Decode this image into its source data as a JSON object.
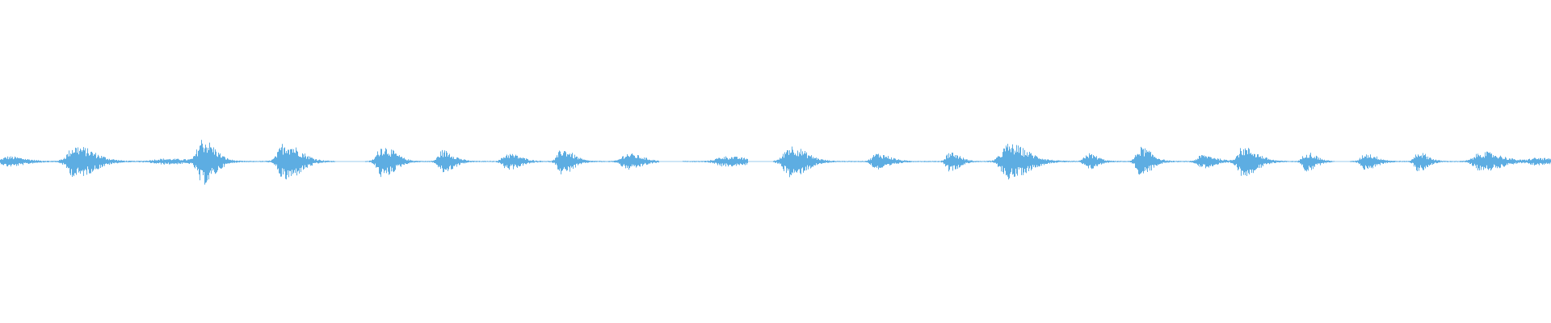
{
  "waveform": {
    "color": "#5dade2",
    "background": "#ffffff",
    "duration_fraction_marks": "bursts",
    "bursts": [
      {
        "t": 0.005,
        "amp": 0.03,
        "width": 0.01
      },
      {
        "t": 0.048,
        "amp": 0.1,
        "width": 0.012
      },
      {
        "t": 0.105,
        "amp": 0.015,
        "width": 0.018
      },
      {
        "t": 0.13,
        "amp": 0.14,
        "width": 0.008
      },
      {
        "t": 0.183,
        "amp": 0.12,
        "width": 0.01
      },
      {
        "t": 0.246,
        "amp": 0.1,
        "width": 0.008
      },
      {
        "t": 0.285,
        "amp": 0.07,
        "width": 0.007
      },
      {
        "t": 0.327,
        "amp": 0.05,
        "width": 0.008
      },
      {
        "t": 0.362,
        "amp": 0.08,
        "width": 0.007
      },
      {
        "t": 0.404,
        "amp": 0.05,
        "width": 0.009
      },
      {
        "t": 0.467,
        "amp": 0.03,
        "width": 0.014
      },
      {
        "t": 0.509,
        "amp": 0.1,
        "width": 0.01
      },
      {
        "t": 0.565,
        "amp": 0.05,
        "width": 0.008
      },
      {
        "t": 0.612,
        "amp": 0.06,
        "width": 0.006
      },
      {
        "t": 0.65,
        "amp": 0.11,
        "width": 0.012
      },
      {
        "t": 0.701,
        "amp": 0.05,
        "width": 0.006
      },
      {
        "t": 0.735,
        "amp": 0.09,
        "width": 0.007
      },
      {
        "t": 0.775,
        "amp": 0.04,
        "width": 0.008
      },
      {
        "t": 0.801,
        "amp": 0.09,
        "width": 0.009
      },
      {
        "t": 0.842,
        "amp": 0.06,
        "width": 0.006
      },
      {
        "t": 0.88,
        "amp": 0.05,
        "width": 0.007
      },
      {
        "t": 0.914,
        "amp": 0.06,
        "width": 0.006
      },
      {
        "t": 0.955,
        "amp": 0.06,
        "width": 0.012
      },
      {
        "t": 0.99,
        "amp": 0.02,
        "width": 0.012
      }
    ],
    "gaps": [
      {
        "start": 0.216,
        "end": 0.235
      },
      {
        "start": 0.425,
        "end": 0.44
      },
      {
        "start": 0.482,
        "end": 0.498
      },
      {
        "start": 0.86,
        "end": 0.87
      }
    ]
  }
}
